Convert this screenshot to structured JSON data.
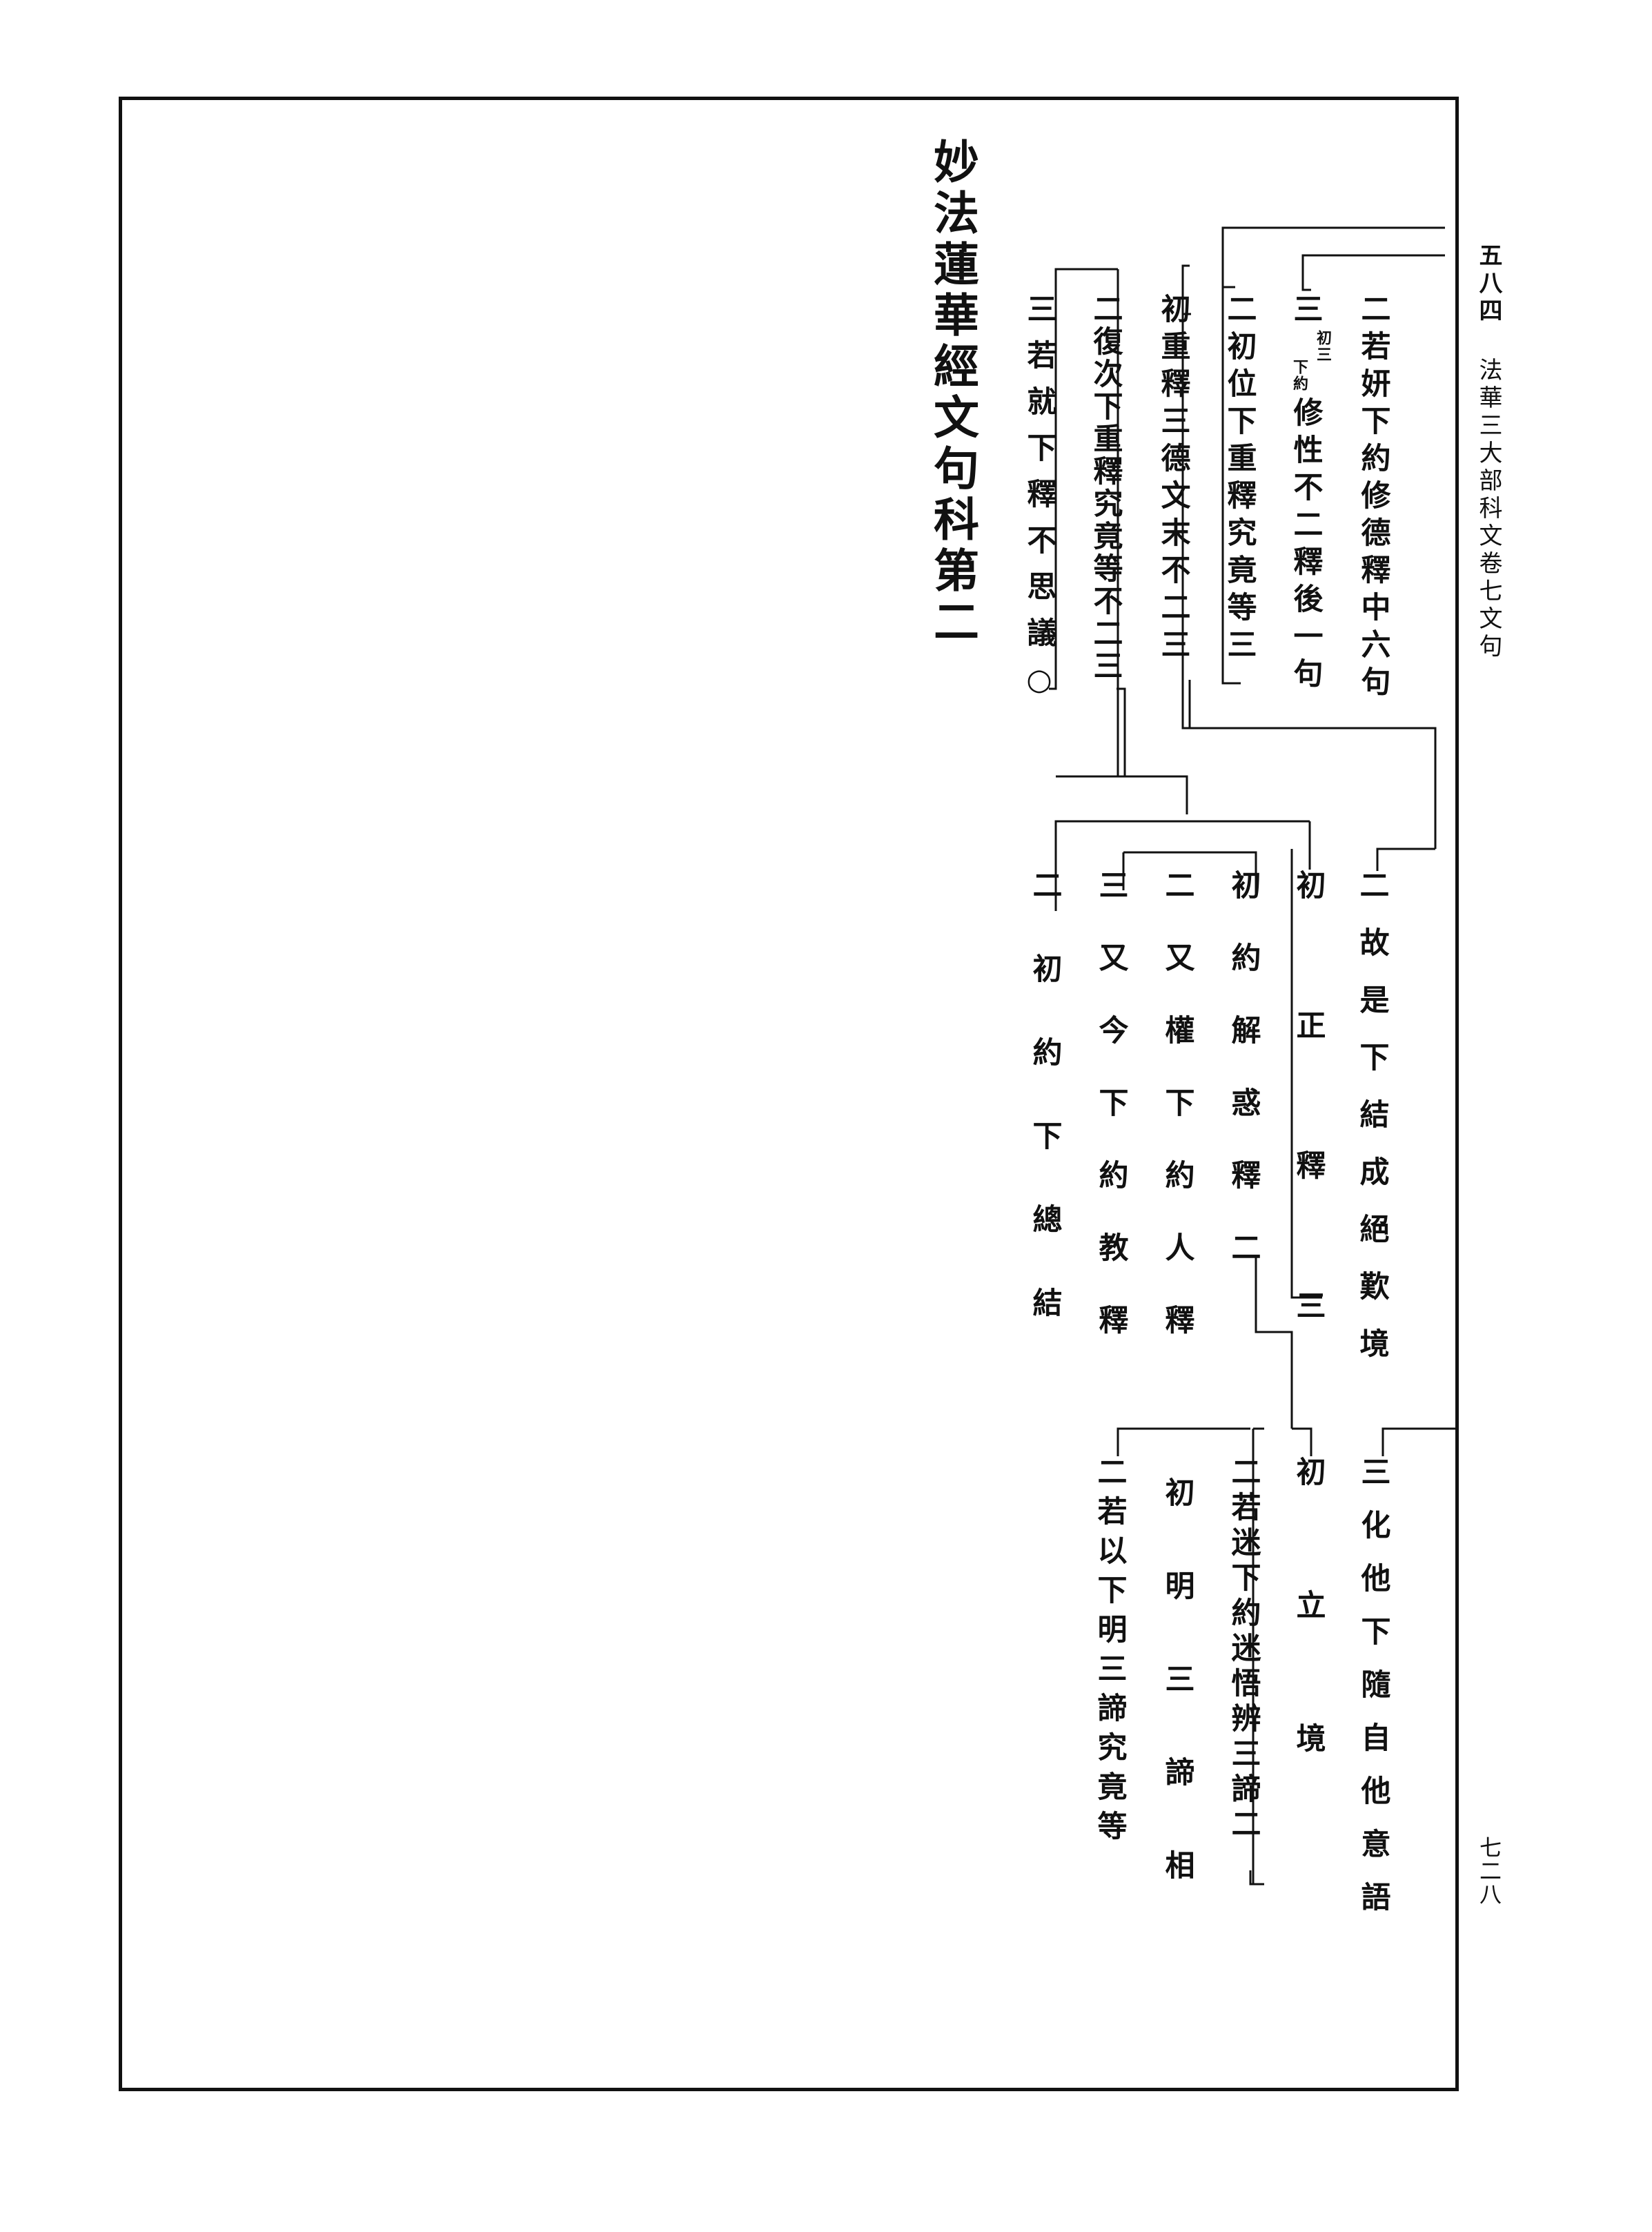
{
  "header": {
    "folio": "五八四",
    "volume_title": "法華三大部科文卷七文句",
    "page_number": "七二八"
  },
  "title": "妙法蓮華經文句科第二",
  "block1": {
    "c1": "二若妍下約修德釋中六句",
    "c2a": "三",
    "c2_note1": "初三",
    "c2_note2": "下約",
    "c2b": "修性不二釋後一句",
    "c3": "二初位下重釋究竟等三",
    "c4": "初重釋三德文末不二三",
    "c5": "二復次下重釋究竟等不二三",
    "c6": "三若就下釋不思議",
    "c6_mark": "○"
  },
  "block2": {
    "c1": "二故是下結成絕歎境",
    "c2": "初正釋三",
    "c3": "初約解惑釋二",
    "c4": "二又權下約人釋",
    "c5": "三又今下約教釋",
    "c6": "二初約下總結"
  },
  "block3": {
    "c1": "三化他下隨自他意語",
    "c2": "初立境",
    "c3": "二若迷下約迷悟辨三諦二",
    "c4": "初明三諦相",
    "c5": "二若以下明三諦究竟等"
  }
}
